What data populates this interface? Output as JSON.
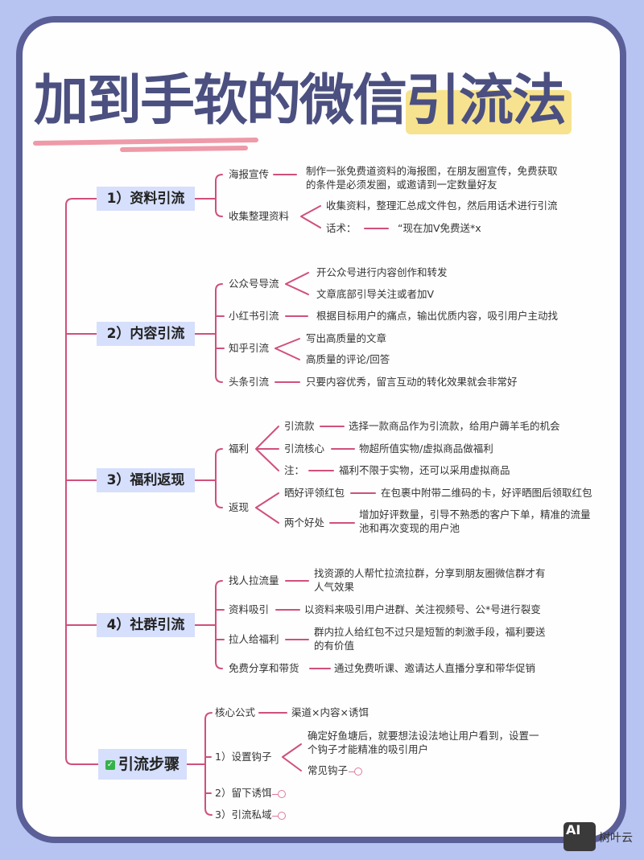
{
  "title": {
    "main": "加到手软的微信",
    "highlight": "引流法"
  },
  "colors": {
    "background": "#b7c4f2",
    "border": "#5a5f98",
    "title": "#4b5080",
    "highlight": "#f7e38f",
    "branch_line": "#d0507a",
    "node_bg": "#d6dffb"
  },
  "branches": [
    {
      "label": "1）资料引流",
      "children": [
        {
          "label": "海报宣传",
          "details": [
            "制作一张免费道资料的海报图，在朋友圈宣传，免费获取",
            "的条件是必须发圈，或邀请到一定数量好友"
          ]
        },
        {
          "label": "收集整理资料",
          "details": [
            "收集资料，整理汇总成文件包，然后用话术进行引流"
          ],
          "sub": {
            "label": "话术：",
            "value": "“现在加V免费送*x"
          }
        }
      ]
    },
    {
      "label": "2）内容引流",
      "children": [
        {
          "label": "公众号导流",
          "details": [
            "开公众号进行内容创作和转发",
            "文章底部引导关注或者加V"
          ]
        },
        {
          "label": "小红书引流",
          "details": [
            "根据目标用户的痛点，输出优质内容，吸引用户主动找"
          ]
        },
        {
          "label": "知乎引流",
          "details": [
            "写出高质量的文章",
            "高质量的评论/回答"
          ]
        },
        {
          "label": "头条引流",
          "details": [
            "只要内容优秀，留言互动的转化效果就会非常好"
          ]
        }
      ]
    },
    {
      "label": "3）福利返现",
      "children": [
        {
          "label": "福利",
          "items": [
            {
              "label": "引流款",
              "value": "选择一款商品作为引流款，给用户薅羊毛的机会"
            },
            {
              "label": "引流核心",
              "value": "物超所值实物/虚拟商品做福利"
            },
            {
              "label": "注：",
              "value": "福利不限于实物，还可以采用虚拟商品"
            }
          ]
        },
        {
          "label": "返现",
          "items": [
            {
              "label": "晒好评领红包",
              "value": "在包裹中附带二维码的卡，好评晒图后领取红包"
            },
            {
              "label": "两个好处",
              "value": "增加好评数量，引导不熟悉的客户下单，精准的流量",
              "value2": "池和再次变现的用户池"
            }
          ]
        }
      ]
    },
    {
      "label": "4）社群引流",
      "children": [
        {
          "label": "找人拉流量",
          "details": [
            "找资源的人帮忙拉流拉群，分享到朋友圈微信群才有",
            "人气效果"
          ]
        },
        {
          "label": "资料吸引",
          "details": [
            "以资料来吸引用户进群、关注视频号、公*号进行裂变"
          ]
        },
        {
          "label": "拉人给福利",
          "details": [
            "群内拉人给红包不过只是短暂的刺激手段，福利要送",
            "的有价值"
          ]
        },
        {
          "label": "免费分享和带货",
          "details": [
            "通过免费听课、邀请达人直播分享和带华促销"
          ]
        }
      ]
    },
    {
      "label": "引流步骤",
      "icon": "check-box-icon",
      "children": [
        {
          "label": "核心公式",
          "details": [
            "渠道×内容×诱饵"
          ]
        },
        {
          "label": "1）设置钩子",
          "details": [
            "确定好鱼塘后，就要想法设法地让用户看到，设置一",
            "个钩子才能精准的吸引用户"
          ],
          "extra": "常见钩子"
        },
        {
          "label": "2）留下诱饵"
        },
        {
          "label": "3）引流私域"
        }
      ]
    }
  ],
  "watermark": {
    "logo": "AI",
    "text": "树叶云"
  }
}
